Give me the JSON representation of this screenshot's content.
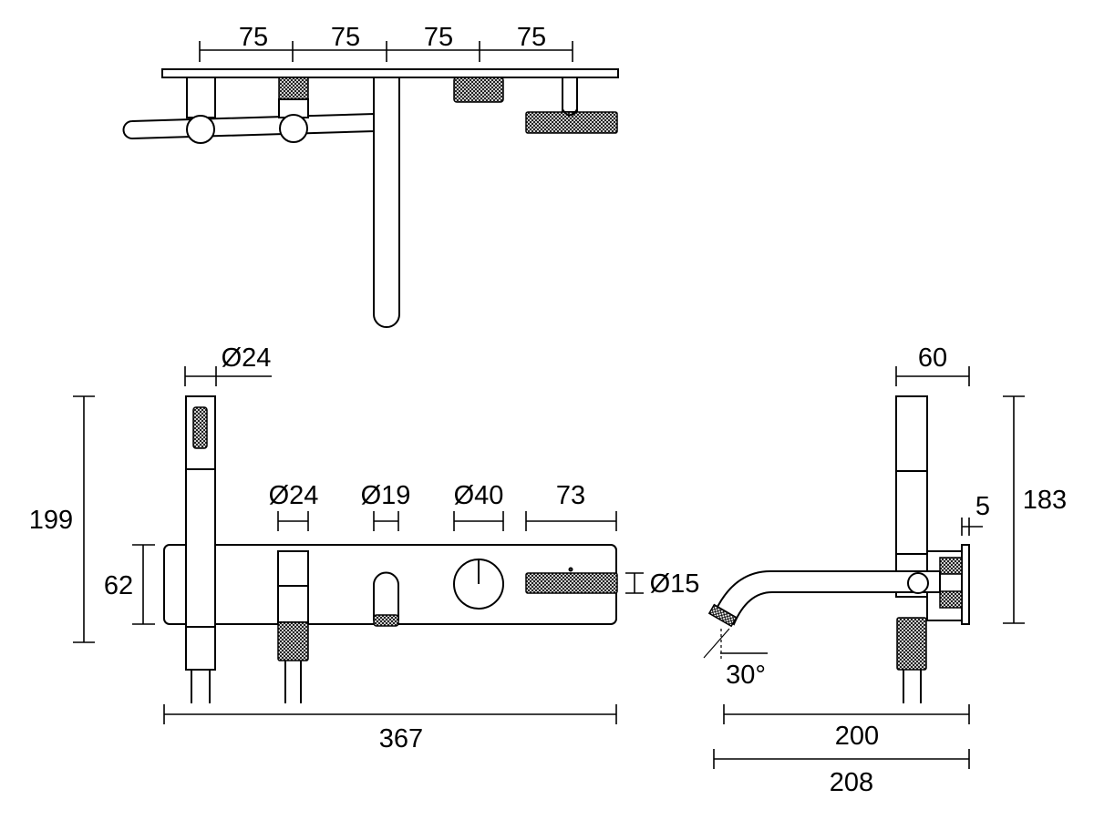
{
  "top_view": {
    "spacings": [
      "75",
      "75",
      "75",
      "75"
    ]
  },
  "front_view": {
    "handshower_diameter": "Ø24",
    "handle_diameter": "Ø24",
    "spout_diameter": "Ø19",
    "dial_diameter": "Ø40",
    "lever_length": "73",
    "lever_diameter": "Ø15",
    "overall_height": "199",
    "plate_height": "62",
    "overall_width": "367"
  },
  "side_view": {
    "handshower_depth": "60",
    "overall_height": "183",
    "plate_thickness": "5",
    "spout_angle": "30°",
    "projection": "200",
    "overall_projection": "208"
  },
  "colors": {
    "line": "#000000",
    "background": "#ffffff"
  }
}
